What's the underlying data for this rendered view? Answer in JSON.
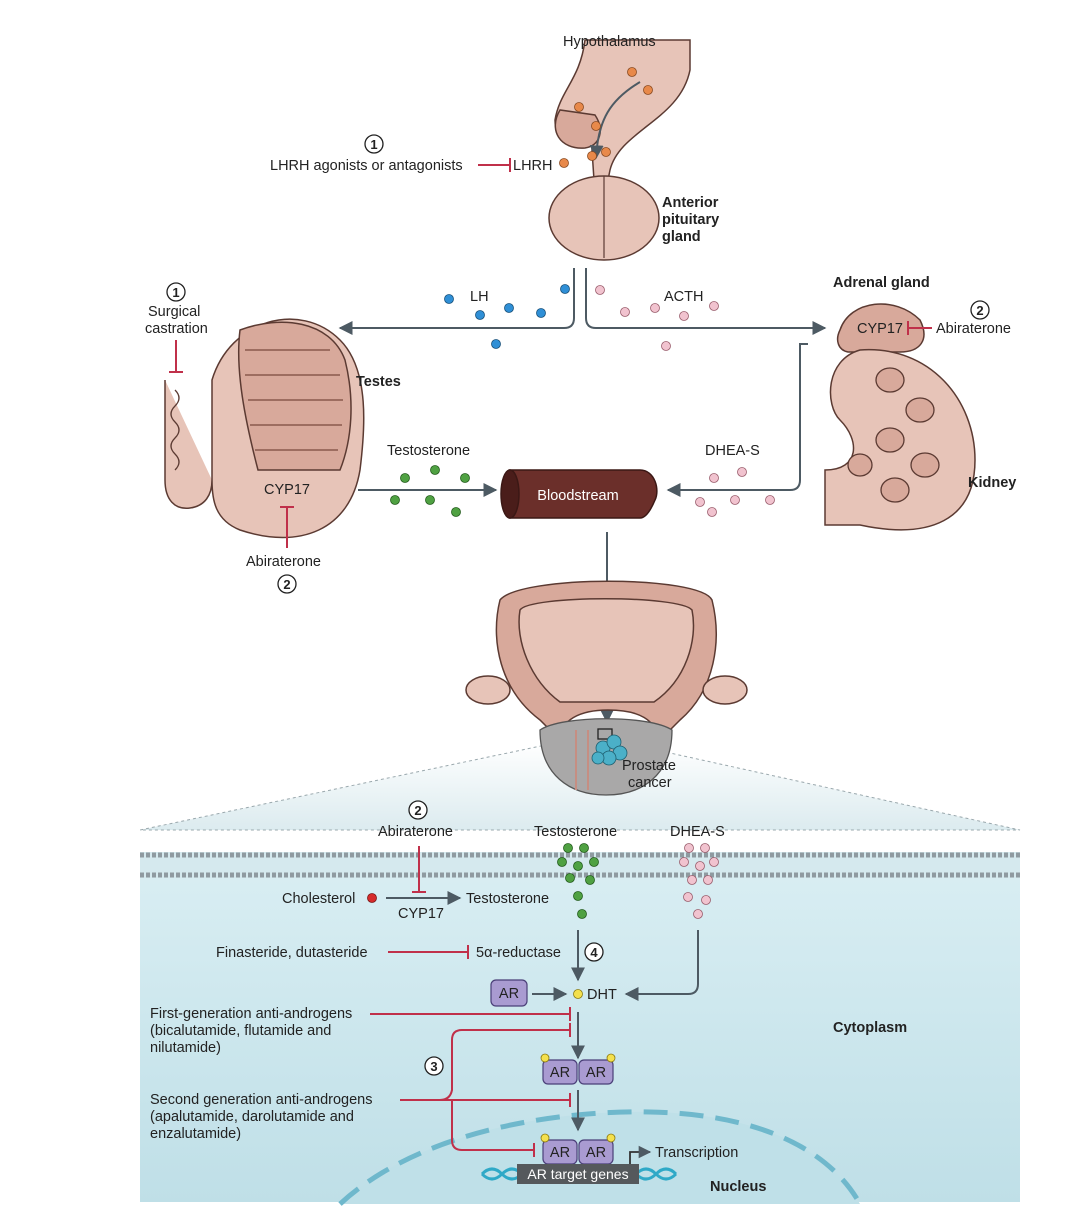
{
  "labels": {
    "hypothalamus": "Hypothalamus",
    "lhrh": "LHRH",
    "lhrh_drugs": "LHRH agonists or antagonists",
    "anterior_pituitary": [
      "Anterior",
      "pituitary",
      "gland"
    ],
    "lh": "LH",
    "acth": "ACTH",
    "adrenal_gland": "Adrenal gland",
    "cyp17": "CYP17",
    "abiraterone": "Abiraterone",
    "surgical_castration": [
      "Surgical",
      "castration"
    ],
    "testes": "Testes",
    "kidney": "Kidney",
    "testosterone": "Testosterone",
    "dhea_s": "DHEA-S",
    "bloodstream": "Bloodstream",
    "prostate_cancer": [
      "Prostate",
      "cancer"
    ],
    "cholesterol": "Cholesterol",
    "finasteride": "Finasteride, dutasteride",
    "five_alpha_reductase": "5α-reductase",
    "ar": "AR",
    "dht": "DHT",
    "first_gen": [
      "First-generation anti-androgens",
      "(bicalutamide, flutamide and",
      "nilutamide)"
    ],
    "second_gen": [
      "Second generation anti-androgens",
      "(apalutamide, darolutamide and",
      "enzalutamide)"
    ],
    "cytoplasm": "Cytoplasm",
    "nucleus": "Nucleus",
    "ar_target_genes": "AR target genes",
    "transcription": "Transcription"
  },
  "markers": {
    "one": "1",
    "two": "2",
    "three": "3",
    "four": "4"
  },
  "colors": {
    "lhrh_dot": "#e8894a",
    "lh_dot": "#2f8fd6",
    "acth_dot": "#f1c3cf",
    "testosterone_dot": "#4fa142",
    "cholesterol_dot": "#d62b2b",
    "dht_dot": "#f4e04d",
    "inhibition": "#c0304a",
    "arrow": "#4d5a63",
    "organ": "#e7c4b8",
    "cell": "#cfe8ee",
    "ar_box": "#a99bd1"
  }
}
